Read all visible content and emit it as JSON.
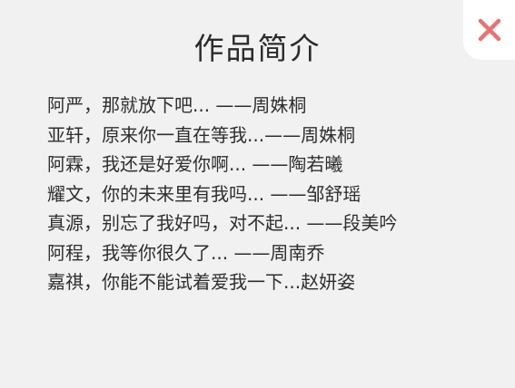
{
  "dialog": {
    "title": "作品简介",
    "close_icon": "close-x-icon",
    "close_color": "#e57373",
    "lines": [
      "阿严，那就放下吧... ——周姝桐",
      "亚轩，原来你一直在等我...——周姝桐",
      "阿霖，我还是好爱你啊... ——陶若曦",
      "耀文，你的未来里有我吗... ——邹舒瑶",
      "真源，别忘了我好吗，对不起... ——段美吟",
      "阿程，我等你很久了... ——周南乔",
      "嘉祺，你能不能试着爱我一下...赵妍姿"
    ]
  }
}
